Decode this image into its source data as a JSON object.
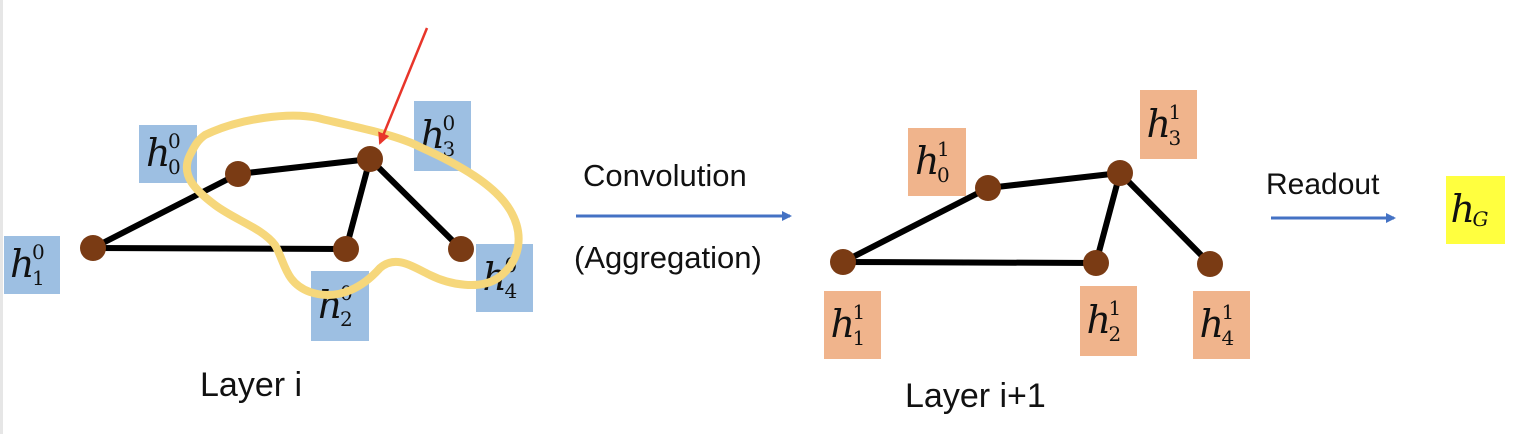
{
  "layers": {
    "left_label": "Layer i",
    "right_label": "Layer i+1"
  },
  "arrows": {
    "convolution_top": "Convolution",
    "convolution_bottom": "(Aggregation)",
    "readout": "Readout"
  },
  "left_graph": {
    "nodes": [
      {
        "symbol": "h",
        "superscript": "0",
        "subscript": "0"
      },
      {
        "symbol": "h",
        "superscript": "0",
        "subscript": "1"
      },
      {
        "symbol": "h",
        "superscript": "0",
        "subscript": "2"
      },
      {
        "symbol": "h",
        "superscript": "0",
        "subscript": "3"
      },
      {
        "symbol": "h",
        "superscript": "0",
        "subscript": "4"
      }
    ]
  },
  "right_graph": {
    "nodes": [
      {
        "symbol": "h",
        "superscript": "1",
        "subscript": "0"
      },
      {
        "symbol": "h",
        "superscript": "1",
        "subscript": "1"
      },
      {
        "symbol": "h",
        "superscript": "1",
        "subscript": "2"
      },
      {
        "symbol": "h",
        "superscript": "1",
        "subscript": "3"
      },
      {
        "symbol": "h",
        "superscript": "1",
        "subscript": "4"
      }
    ]
  },
  "graph_output": {
    "symbol": "h",
    "subscript": "G"
  },
  "colors": {
    "layer_i_label_bg": "#9dbfe2",
    "layer_i1_label_bg": "#f0b48c",
    "graph_output_bg": "#ffff3f",
    "node_fill": "#7a3b14",
    "edge": "#000000",
    "arrow": "#4472c4",
    "highlight_loop": "#f6d77b",
    "pointer_arrow": "#e8352a"
  }
}
